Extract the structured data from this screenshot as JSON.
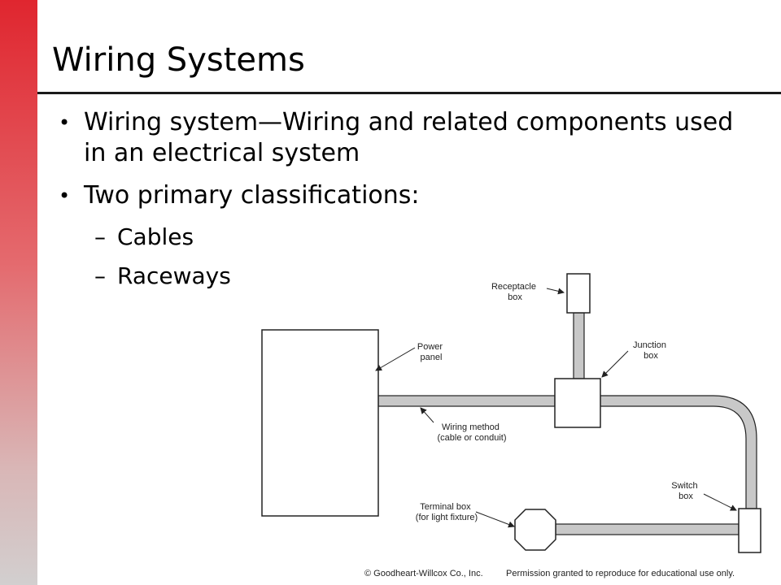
{
  "slide": {
    "title": "Wiring Systems",
    "accent_color": "#e0262f",
    "bullets": [
      "Wiring system—Wiring and related components used in an electrical system",
      "Two primary classifications:"
    ],
    "sub_bullets": [
      "Cables",
      "Raceways"
    ]
  },
  "diagram": {
    "labels": {
      "receptacle_box": [
        "Receptacle",
        "box"
      ],
      "power_panel": [
        "Power",
        "panel"
      ],
      "junction_box": [
        "Junction",
        "box"
      ],
      "wiring_method": [
        "Wiring method",
        "(cable or conduit)"
      ],
      "switch_box": [
        "Switch",
        "box"
      ],
      "terminal_box": [
        "Terminal box",
        "(for light fixture)"
      ]
    },
    "conduit_color": "#c8c8c8"
  },
  "footer": {
    "copyright": "© Goodheart-Willcox Co., Inc.",
    "permission": "Permission granted to reproduce for educational use only."
  }
}
